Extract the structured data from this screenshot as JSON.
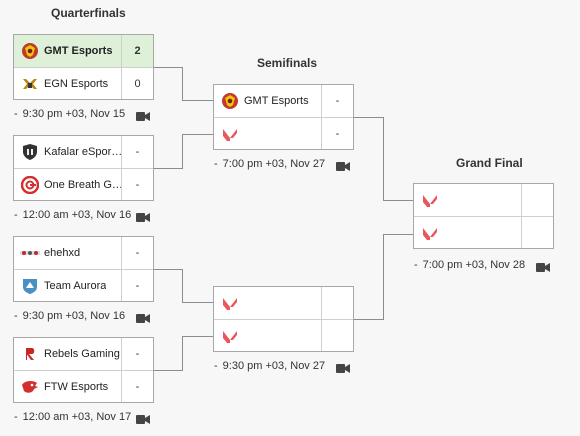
{
  "rounds": {
    "quarterfinals": "Quarterfinals",
    "semifinals": "Semifinals",
    "grand_final": "Grand Final"
  },
  "matches": {
    "qf1": {
      "top": {
        "name": "GMT Esports",
        "score": "2",
        "logo": "gmt-esports-logo"
      },
      "bottom": {
        "name": "EGN Esports",
        "score": "0",
        "logo": "egn-esports-logo"
      },
      "dash": "-",
      "time": "9:30 pm +03, Nov 15"
    },
    "qf2": {
      "top": {
        "name": "Kafalar eSpor…",
        "score": "-",
        "logo": "kafalar-logo"
      },
      "bottom": {
        "name": "One Breath G…",
        "score": "-",
        "logo": "one-breath-logo"
      },
      "dash": "-",
      "time": "12:00 am +03, Nov 16"
    },
    "qf3": {
      "top": {
        "name": "ehehxd",
        "score": "-",
        "logo": "ehehxd-logo"
      },
      "bottom": {
        "name": "Team Aurora",
        "score": "-",
        "logo": "team-aurora-logo"
      },
      "dash": "-",
      "time": "9:30 pm +03, Nov 16"
    },
    "qf4": {
      "top": {
        "name": "Rebels Gaming",
        "score": "-",
        "logo": "rebels-gaming-logo"
      },
      "bottom": {
        "name": "FTW Esports",
        "score": "-",
        "logo": "ftw-esports-logo"
      },
      "dash": "-",
      "time": "12:00 am +03, Nov 17"
    },
    "sf1": {
      "top": {
        "name": "GMT Esports",
        "score": "-",
        "logo": "gmt-esports-logo"
      },
      "bottom": {
        "name": "",
        "score": "-",
        "logo": "valorant-icon"
      },
      "dash": "-",
      "time": "7:00 pm +03, Nov 27"
    },
    "sf2": {
      "top": {
        "name": "",
        "score": "",
        "logo": "valorant-icon"
      },
      "bottom": {
        "name": "",
        "score": "",
        "logo": "valorant-icon"
      },
      "dash": "-",
      "time": "9:30 pm +03, Nov 27"
    },
    "gf": {
      "top": {
        "name": "",
        "score": "",
        "logo": "valorant-icon"
      },
      "bottom": {
        "name": "",
        "score": "",
        "logo": "valorant-icon"
      },
      "dash": "-",
      "time": "7:00 pm +03, Nov 28"
    }
  },
  "colors": {
    "winner_bg": "#dff0d8",
    "valorant_red": "#e8575c",
    "border": "#a8a8a8"
  }
}
